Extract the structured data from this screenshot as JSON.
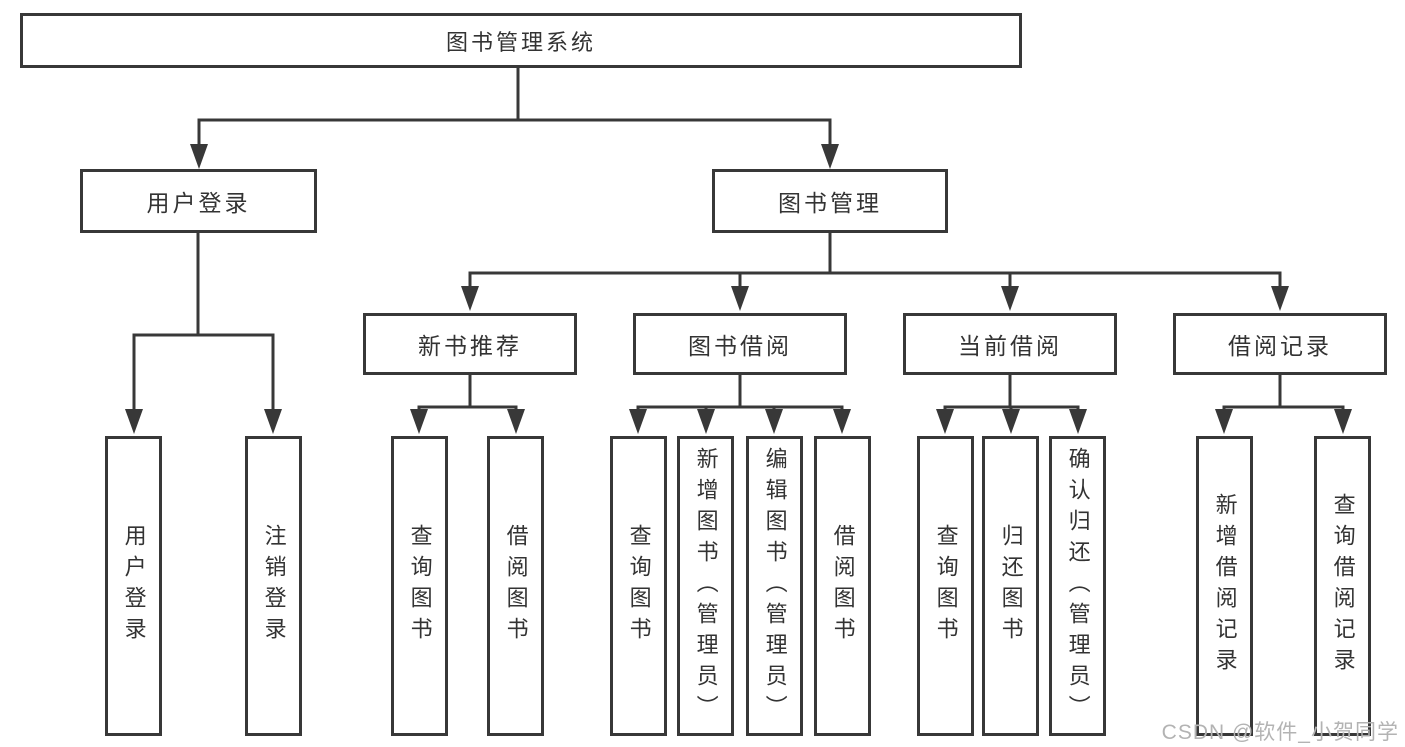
{
  "tree": {
    "root": "图书管理系统",
    "branches": [
      {
        "label": "用户登录",
        "leaves": [
          "用户登录",
          "注销登录"
        ]
      },
      {
        "label": "图书管理",
        "sections": [
          {
            "label": "新书推荐",
            "leaves": [
              "查询图书",
              "借阅图书"
            ]
          },
          {
            "label": "图书借阅",
            "leaves": [
              "查询图书",
              "新增图书（管理员）",
              "编辑图书（管理员）",
              "借阅图书"
            ]
          },
          {
            "label": "当前借阅",
            "leaves": [
              "查询图书",
              "归还图书",
              "确认归还（管理员）"
            ]
          },
          {
            "label": "借阅记录",
            "leaves": [
              "新增借阅记录",
              "查询借阅记录"
            ]
          }
        ]
      }
    ]
  },
  "watermark": {
    "text": "CSDN @软件_小贺同学"
  },
  "colors": {
    "line": "#383838",
    "text": "#333333",
    "background": "#ffffff",
    "watermark": "#b3b3b3"
  }
}
